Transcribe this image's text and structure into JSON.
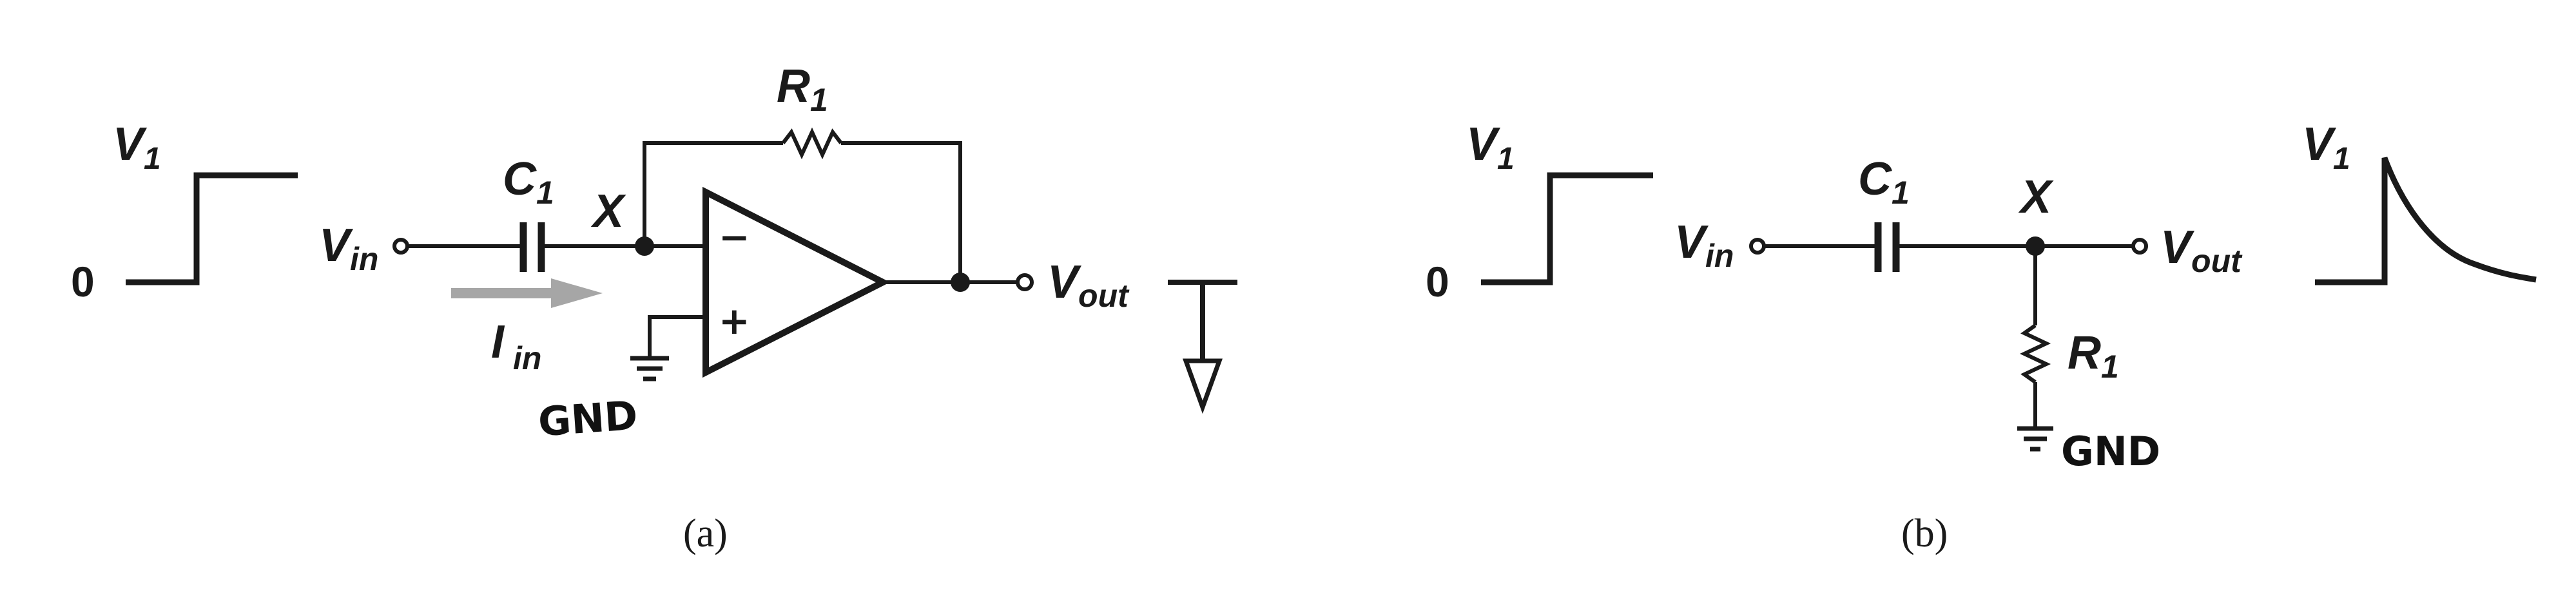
{
  "panel_a": {
    "waveform": {
      "level_high": "V",
      "level_high_sub": "1",
      "level_low": "0"
    },
    "input": {
      "name": "V",
      "sub": "in"
    },
    "capacitor": {
      "name": "C",
      "sub": "1"
    },
    "node": "X",
    "resistor": {
      "name": "R",
      "sub": "1"
    },
    "opamp": {
      "minus": "−",
      "plus": "+"
    },
    "current": {
      "name": "I",
      "sub": "in"
    },
    "ground": "GND",
    "output": {
      "name": "V",
      "sub": "out"
    },
    "caption": "(a)"
  },
  "panel_b": {
    "waveform_in": {
      "level_high": "V",
      "level_high_sub": "1",
      "level_low": "0"
    },
    "input": {
      "name": "V",
      "sub": "in"
    },
    "capacitor": {
      "name": "C",
      "sub": "1"
    },
    "node": "X",
    "output": {
      "name": "V",
      "sub": "out"
    },
    "waveform_out": {
      "level_high": "V",
      "level_high_sub": "1"
    },
    "resistor": {
      "name": "R",
      "sub": "1"
    },
    "ground": "GND",
    "caption": "(b)"
  },
  "colors": {
    "ink": "#1a1a1a",
    "arrow": "#a6a6a6",
    "background": "#ffffff"
  }
}
